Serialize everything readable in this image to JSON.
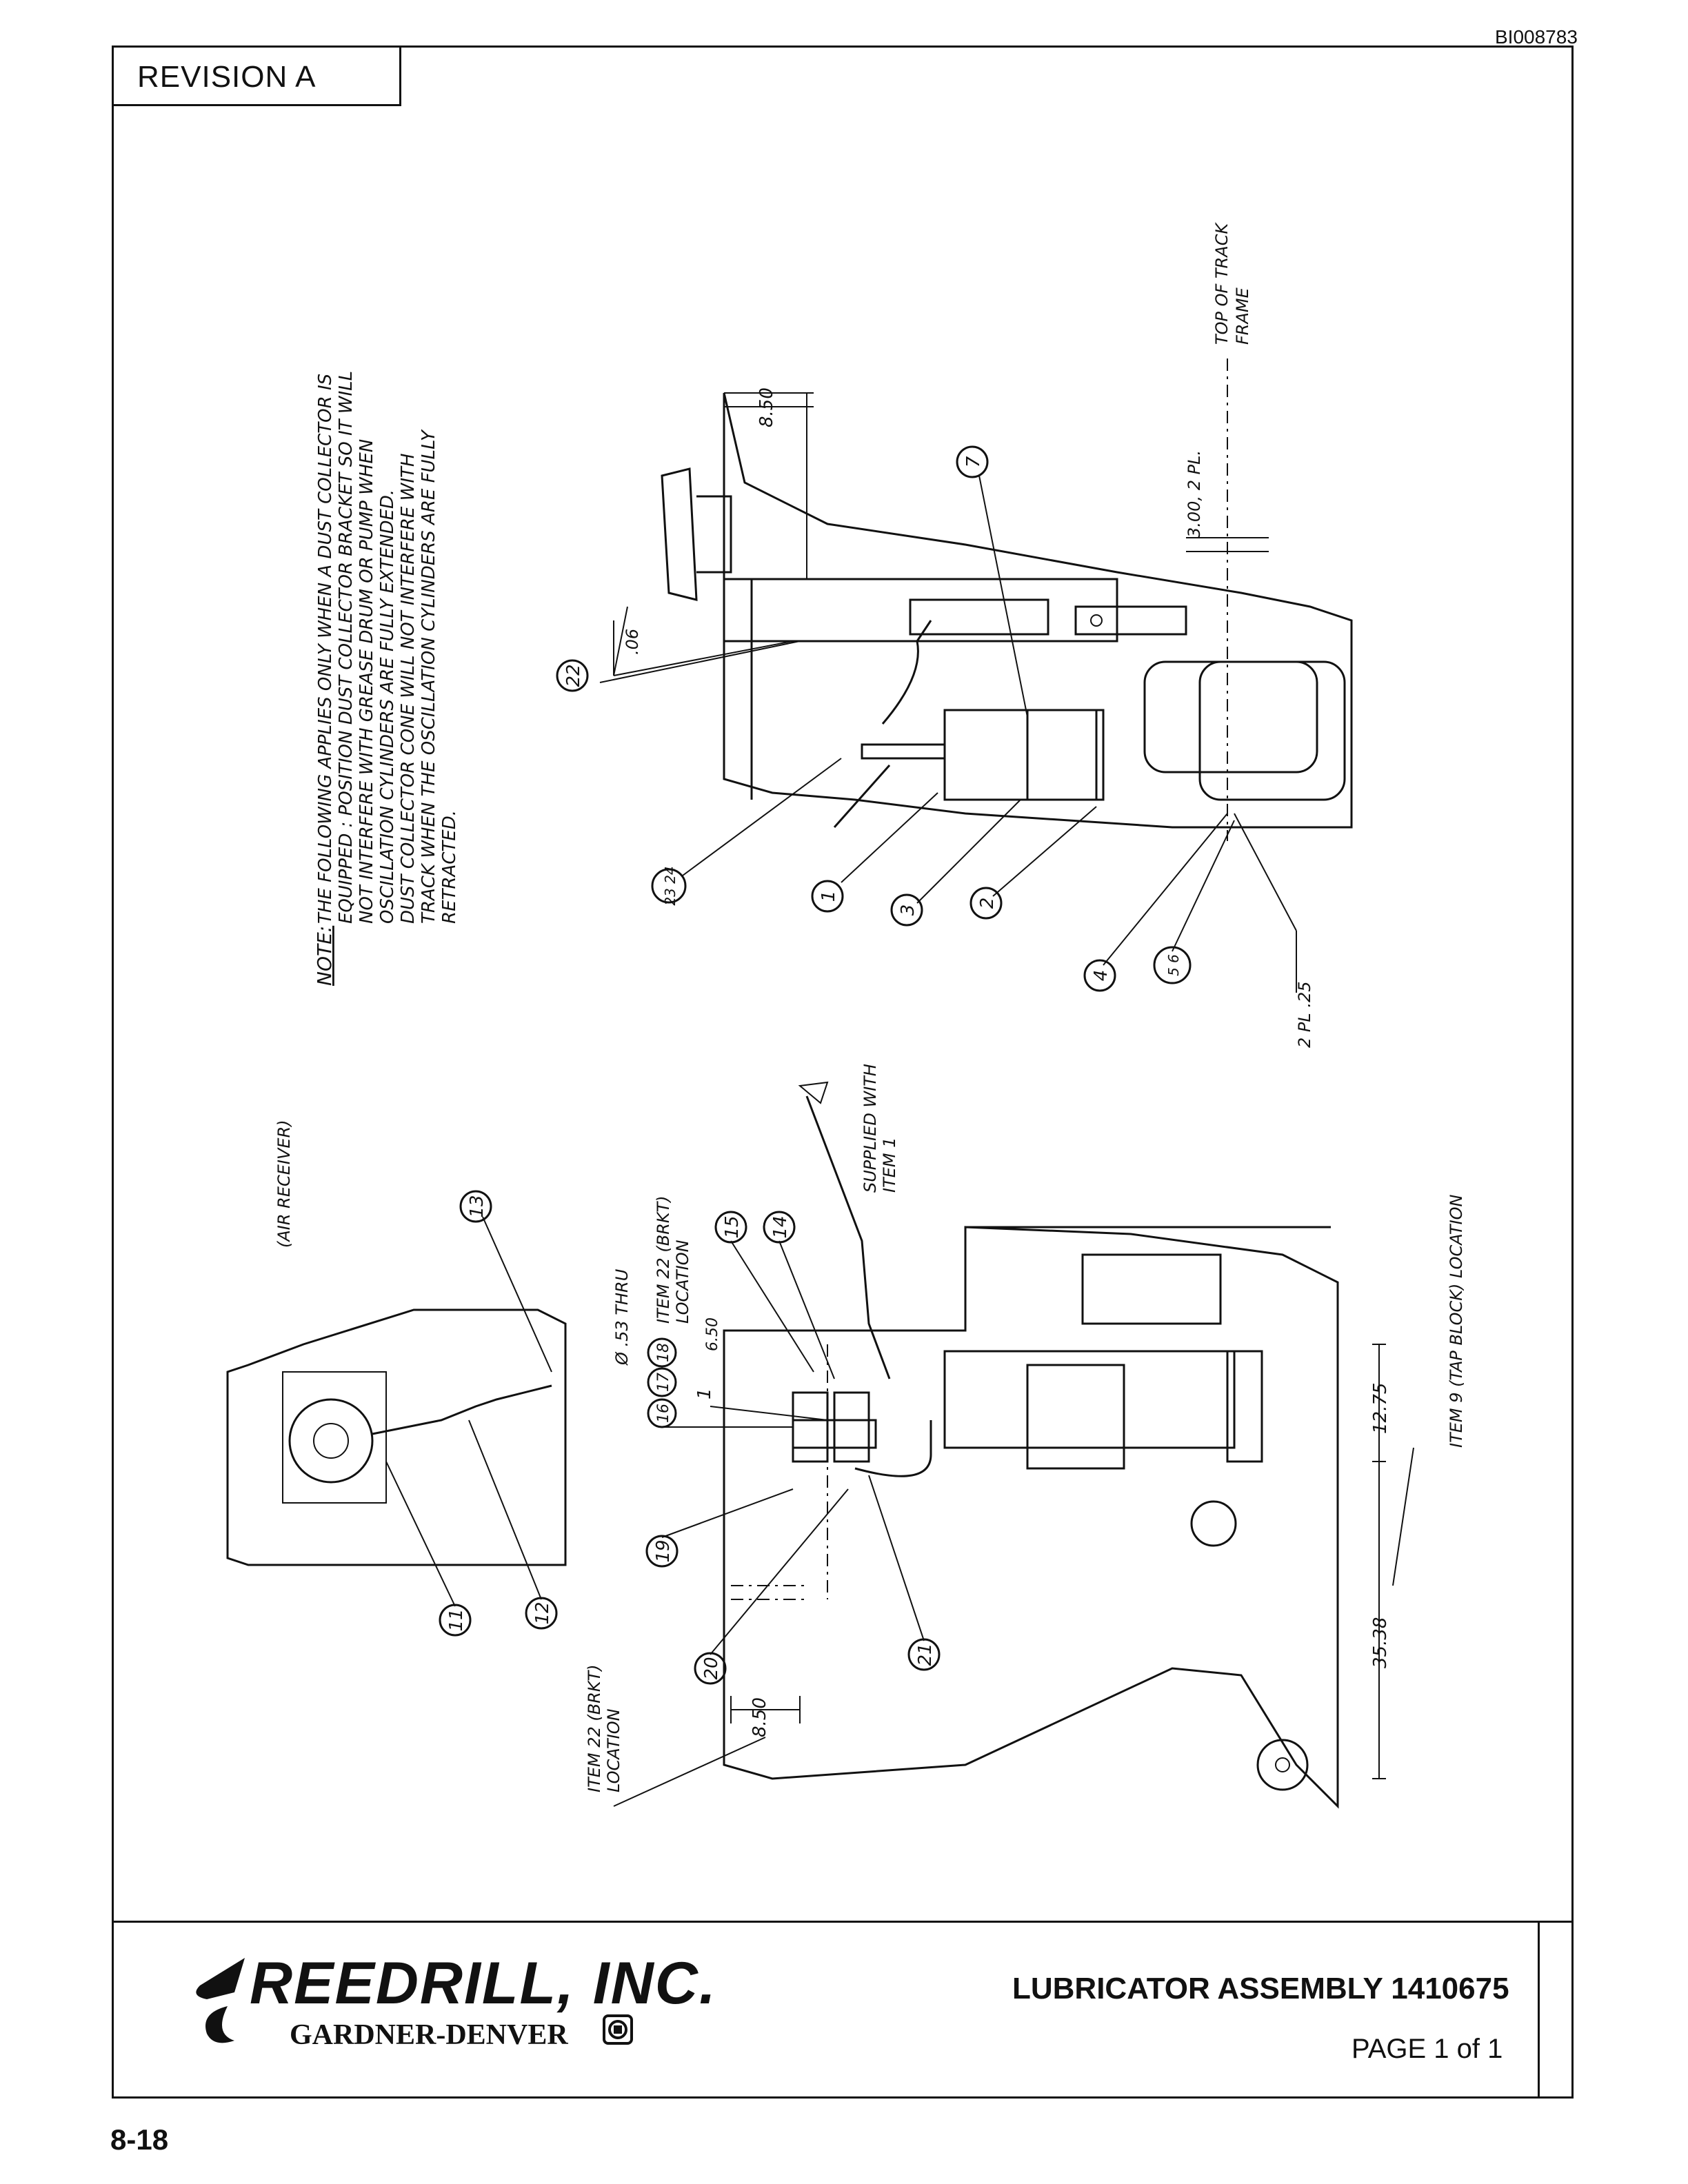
{
  "document_id": "BI008783",
  "revision": "REVISION  A",
  "note_heading": "NOTE:",
  "note_lines": [
    "THE FOLLOWING APPLIES ONLY WHEN A DUST COLLECTOR IS",
    "EQUIPPED : POSITION DUST COLLECTOR BRACKET SO IT WILL",
    "NOT INTERFERE WITH GREASE DRUM OR PUMP WHEN",
    "OSCILLATION CYLINDERS ARE FULLY EXTENDED.",
    "DUST COLLECTOR CONE WILL NOT INTERFERE WITH",
    "TRACK WHEN THE OSCILLATION CYLINDERS ARE FULLY",
    "RETRACTED."
  ],
  "upper_view": {
    "dim_850": "8.50",
    "top_of_track_frame": [
      "TOP OF TRACK",
      "FRAME"
    ],
    "dim_300": "3.00, 2 PL.",
    "weld_06": ".06",
    "weld_25": "2 PL .25",
    "balloons": [
      "7",
      "22",
      "23 24",
      "1",
      "3",
      "2",
      "4",
      "5 6"
    ]
  },
  "lower_view": {
    "air_receiver": "(AIR RECEIVER)",
    "dia_thru": "Ø .53 THRU",
    "supplied_with": [
      "SUPPLIED WITH",
      "ITEM 1"
    ],
    "item22_top": [
      "ITEM 22 (BRKT)",
      "LOCATION"
    ],
    "item22_bottom": [
      "ITEM 22 (BRKT)",
      "LOCATION"
    ],
    "dim_650": "6.50",
    "dim_850": "8.50",
    "dim_1275": "12.75",
    "dim_3538": "35.38",
    "tap_block": "ITEM 9 (TAP BLOCK) LOCATION",
    "balloons": [
      "13",
      "11",
      "12",
      "16",
      "17",
      "18",
      "1",
      "15",
      "14",
      "19",
      "20",
      "21"
    ]
  },
  "title_block": {
    "company": "REEDRILL, INC.",
    "division": "GARDNER-DENVER",
    "title": "LUBRICATOR ASSEMBLY  1410675",
    "page": "PAGE  1 of  1"
  },
  "page_number": "8-18"
}
